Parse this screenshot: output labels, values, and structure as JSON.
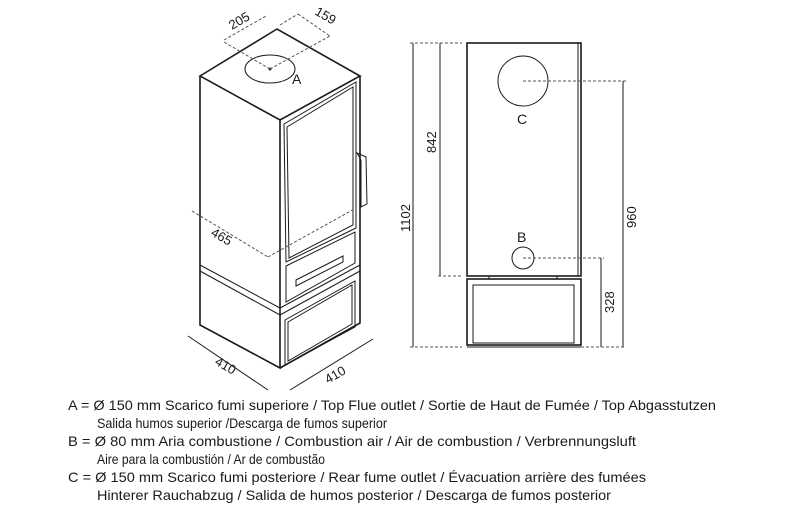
{
  "iso_view": {
    "dims": {
      "top_depth": "205",
      "top_width": "159",
      "height": "465",
      "base_left": "410",
      "base_right": "410"
    },
    "outlet_label": "A"
  },
  "side_view": {
    "dims": {
      "total_height": "1102",
      "upper_height": "842",
      "rear_outlet_height": "960",
      "air_inlet_height": "328"
    },
    "outlet_c_label": "C",
    "inlet_b_label": "B"
  },
  "legend": [
    {
      "line1": "A = Ø 150 mm  Scarico fumi superiore / Top Flue outlet / Sortie de Haut de Fumée / Top Abgasstutzen",
      "line2": "Salida humos superior /Descarga de fumos superior"
    },
    {
      "line1": "B = Ø 80 mm  Aria combustione / Combustion air / Air de combustion / Verbrennungsluft",
      "line2": "Aire para la combustión / Ar de combustão"
    },
    {
      "line1": "C = Ø 150 mm  Scarico fumi posteriore / Rear fume outlet / Évacuation arrière des fumées",
      "line2": "Hinterer Rauchabzug / Salida de humos posterior / Descarga de fumos posterior"
    }
  ]
}
